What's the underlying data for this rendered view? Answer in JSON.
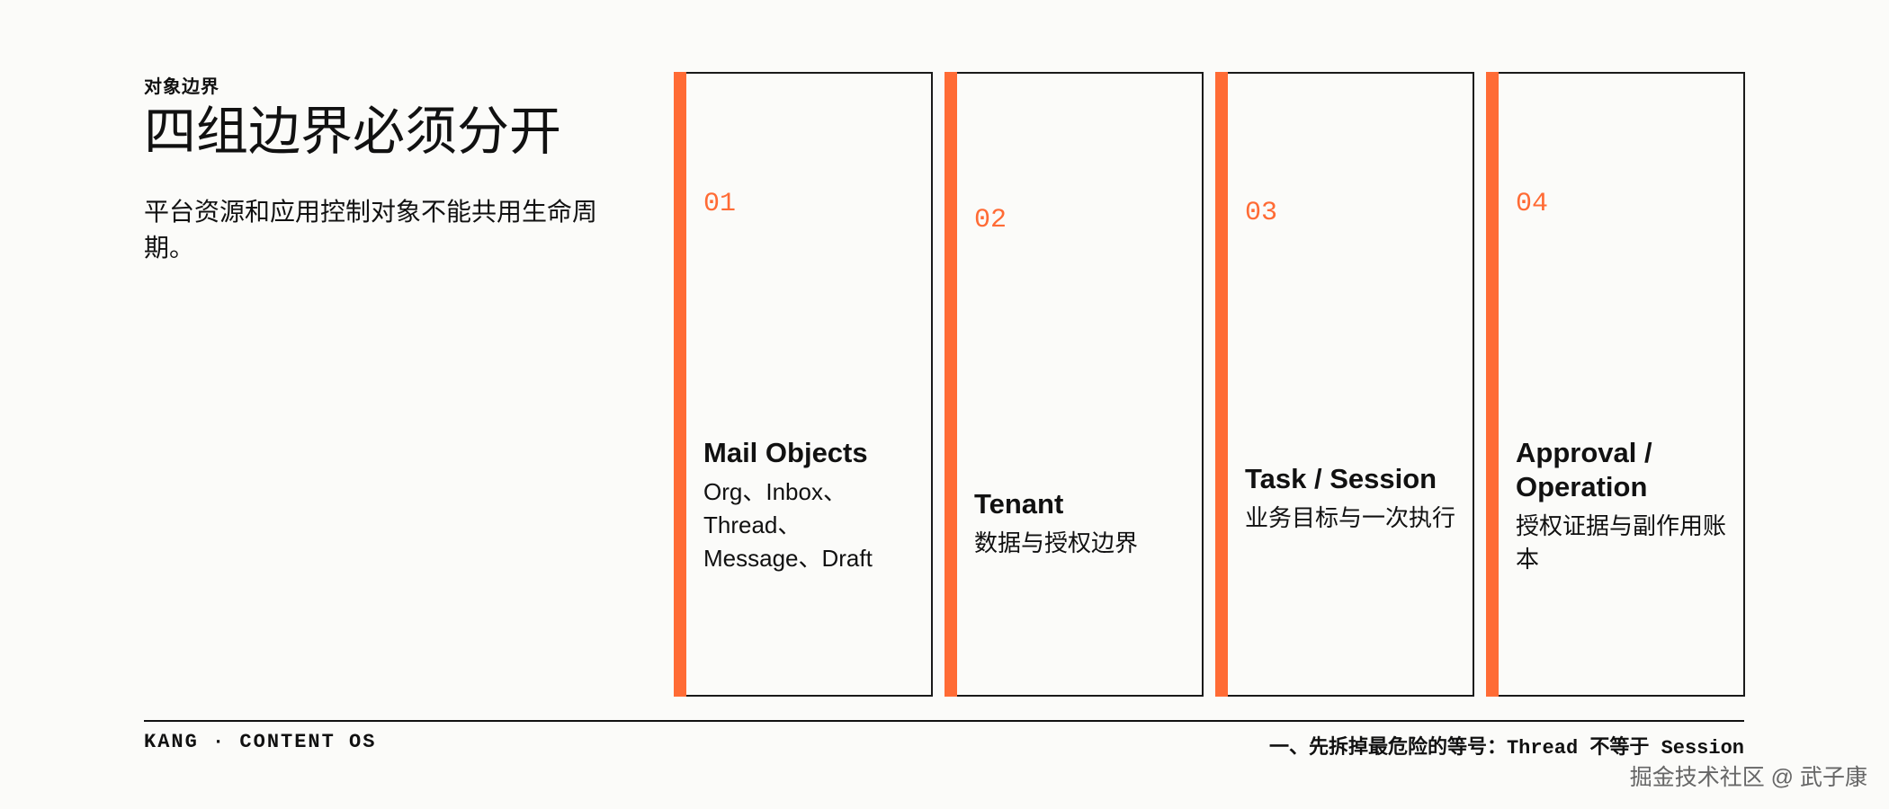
{
  "header": {
    "eyebrow": "对象边界",
    "title": "四组边界必须分开",
    "subtitle": "平台资源和应用控制对象不能共用生命周期。"
  },
  "cards": [
    {
      "num": "01",
      "title": "Mail Objects",
      "desc": "Org、Inbox、Thread、Message、Draft"
    },
    {
      "num": "02",
      "title": "Tenant",
      "desc": "数据与授权边界"
    },
    {
      "num": "03",
      "title": "Task / Session",
      "desc": "业务目标与一次执行"
    },
    {
      "num": "04",
      "title": "Approval / Operation",
      "desc": "授权证据与副作用账本"
    }
  ],
  "footer": {
    "left": "KANG · CONTENT OS",
    "right": "一、先拆掉最危险的等号：Thread 不等于 Session"
  },
  "watermark": "掘金技术社区 @ 武子康",
  "colors": {
    "accent": "#ff6b35",
    "ink": "#111111",
    "background": "#fbfbf9"
  }
}
